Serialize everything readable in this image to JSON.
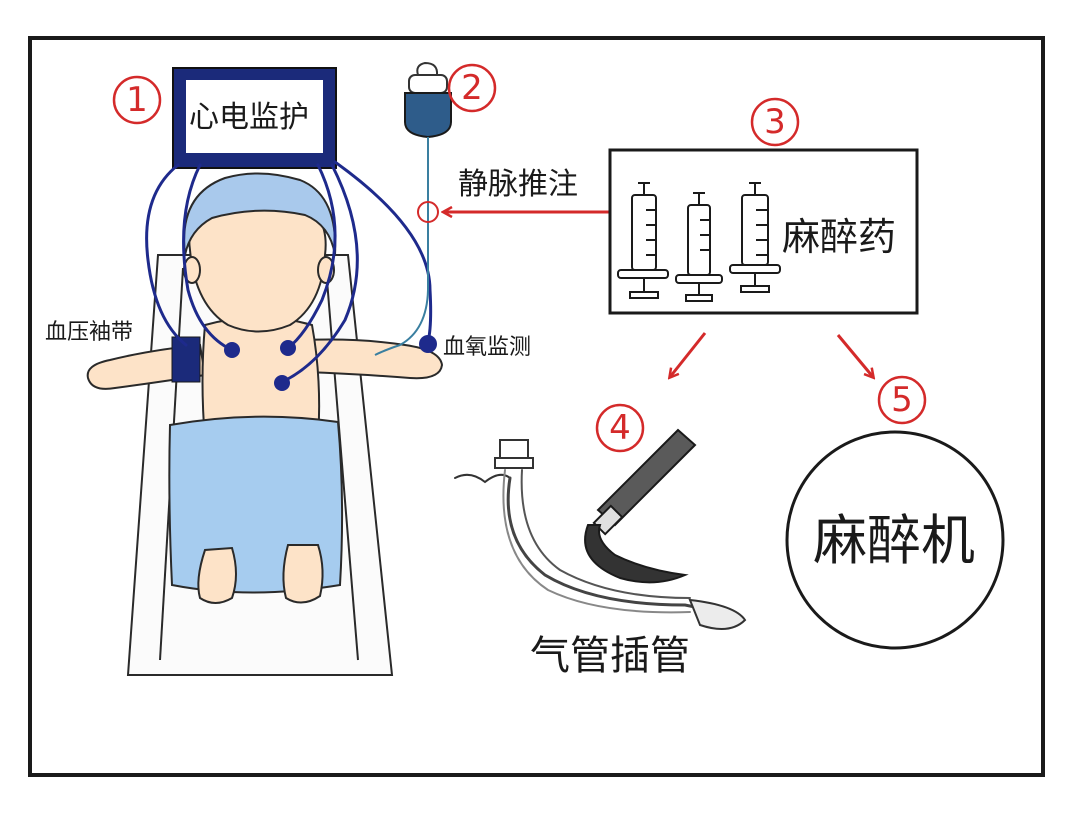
{
  "labels": {
    "ecg_monitor": "心电监护",
    "iv_push": "静脉推注",
    "anesthetic_drugs": "麻醉药",
    "bp_cuff": "血压袖带",
    "spo2_monitor": "血氧监测",
    "intubation": "气管插管",
    "anesthesia_machine": "麻醉机"
  },
  "step_numbers": [
    "1",
    "2",
    "3",
    "4",
    "5"
  ],
  "colors": {
    "outline": "#1a1a1a",
    "monitor_navy": "#1b2a7a",
    "lead_wire": "#1e2a8c",
    "skin": "#fde3c8",
    "cap_blue": "#a9c9ec",
    "blanket_blue": "#a6ccef",
    "iv_tube": "#3a7fa0",
    "accent_red": "#d42a2a",
    "laryngoscope_grey": "#5a5a5a"
  }
}
